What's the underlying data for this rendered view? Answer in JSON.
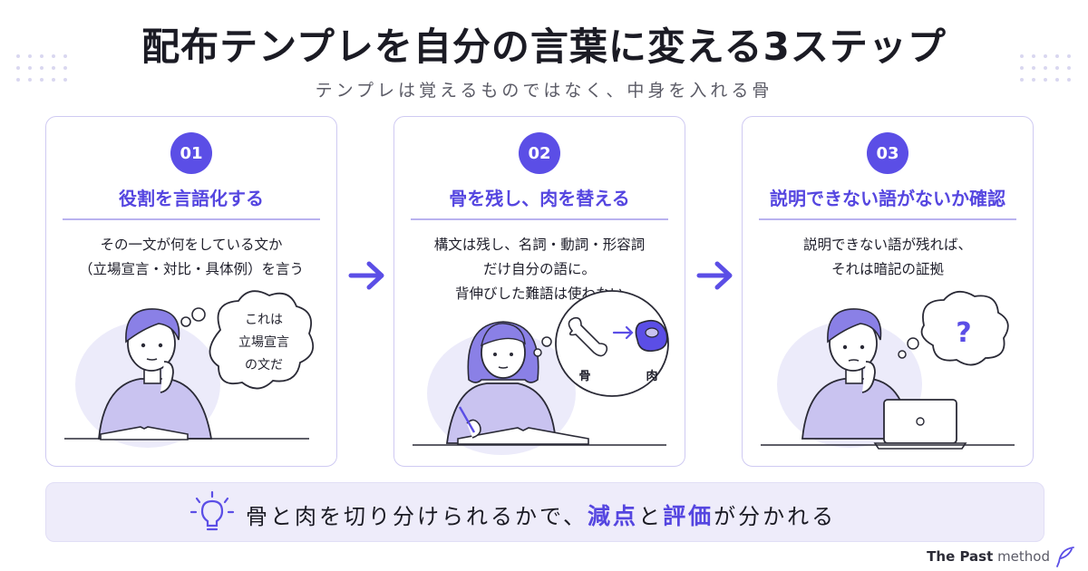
{
  "header": {
    "title": "配布テンプレを自分の言葉に変える3ステップ",
    "subtitle": "テンプレは覚えるものではなく、中身を入れる骨"
  },
  "steps": [
    {
      "number": "01",
      "heading": "役割を言語化する",
      "body": [
        "その一文が何をしている文か",
        "（立場宣言・対比・具体例）を言う"
      ],
      "bubble": [
        "これは",
        "立場宣言",
        "の文だ"
      ]
    },
    {
      "number": "02",
      "heading": "骨を残し、肉を替える",
      "body": [
        "構文は残し、名詞・動詞・形容詞",
        "だけ自分の語に。",
        "背伸びした難語は使わない"
      ],
      "bubble_labels": [
        "骨",
        "肉"
      ]
    },
    {
      "number": "03",
      "heading": "説明できない語がないか確認",
      "body": [
        "説明できない語が残れば、",
        "それは暗記の証拠"
      ],
      "bubble": [
        "?"
      ]
    }
  ],
  "banner": {
    "part1": "骨と肉を切り分けられるかで、",
    "hl1": "減点",
    "part2": "と",
    "hl2": "評価",
    "part3": "が分かれる"
  },
  "logo": {
    "brand": "The Past",
    "suffix": "method"
  },
  "colors": {
    "accent": "#5b4ee6",
    "accent_text": "#5546e0",
    "card_border": "#cfcaf2",
    "banner_bg": "#eeecfa",
    "figure_fill": "#c9c3f0",
    "blob_fill": "#ecebfa"
  },
  "icons": [
    "bulb-icon",
    "arrow-right-icon",
    "bone-icon",
    "meat-icon",
    "feather-icon",
    "laptop-icon",
    "notebook-icon"
  ]
}
